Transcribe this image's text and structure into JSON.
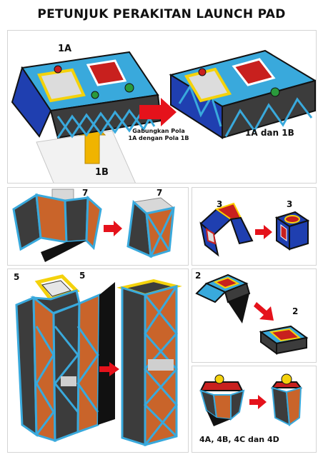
{
  "title": "PETUNJUK PERAKITAN LAUNCH PAD",
  "steps": {
    "main": {
      "label_1a": "1A",
      "label_1b": "1B",
      "instruction_line1": "Gabungkan Pola",
      "instruction_line2": "1A dengan Pola 1B",
      "result_label": "1A dan 1B"
    },
    "step7": {
      "before_label": "7",
      "after_label": "7"
    },
    "step3": {
      "before_label": "3",
      "after_label": "3"
    },
    "step5": {
      "label_left": "5",
      "label_top": "5"
    },
    "step2": {
      "before_label": "2",
      "after_label": "2"
    },
    "step4": {
      "result_label": "4A, 4B, 4C dan 4D"
    }
  },
  "colors": {
    "frame_blue": "#39a9dc",
    "panel_dark": "#3c3c3c",
    "rust": "#c9642a",
    "arrow_red": "#e5121b",
    "arrow_yellow": "#f0b400",
    "accent_red": "#c8201e",
    "accent_yellow": "#f4d20c",
    "accent_green": "#2a9a3c",
    "deep_blue": "#1f3fb0"
  }
}
